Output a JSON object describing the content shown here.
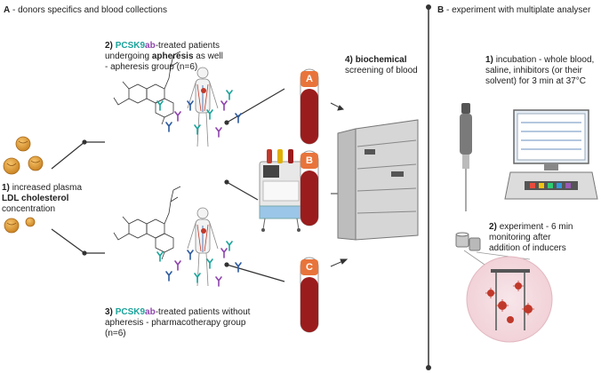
{
  "panel_a": {
    "title_letter": "A",
    "title_text": " - donors specifics and blood collections",
    "step1": {
      "num": "1)",
      "line1": "increased plasma",
      "line2_bold": "LDL cholesterol",
      "line3": "concentration"
    },
    "step2": {
      "num": "2)",
      "drug_a": "PCSK9",
      "drug_b": "ab",
      "rest1": "-treated patients",
      "line2_pre": "undergoing ",
      "line2_bold": "apheresis",
      "line2_post": " as well",
      "line3": "- apheresis group (n=6)"
    },
    "step3": {
      "num": "3)",
      "drug_a": "PCSK9",
      "drug_b": "ab",
      "rest1": "-treated patients without",
      "line2": "apheresis - pharmacotherapy group",
      "line3": "(n=6)"
    },
    "step4": {
      "num": "4)",
      "bold": "biochemical",
      "line2": "screening of blood"
    },
    "tubes": [
      "A",
      "B",
      "C"
    ]
  },
  "panel_b": {
    "title_letter": "B",
    "title_text": " - experiment with multiplate analyser",
    "step1": {
      "num": "1)",
      "line1": "incubation - whole blood,",
      "line2": "saline, inhibitors (or their",
      "line3": "solvent) for 3 min at 37°C"
    },
    "step2": {
      "num": "2)",
      "line1": "experiment - 6 min",
      "line2": "monitoring after",
      "line3": "addition of inducers"
    }
  },
  "colors": {
    "blood": "#9b1c1c",
    "tube_label": "#e8743b",
    "drug_teal": "#1aa39a",
    "drug_purple": "#8e44ad",
    "divider": "#333333"
  }
}
